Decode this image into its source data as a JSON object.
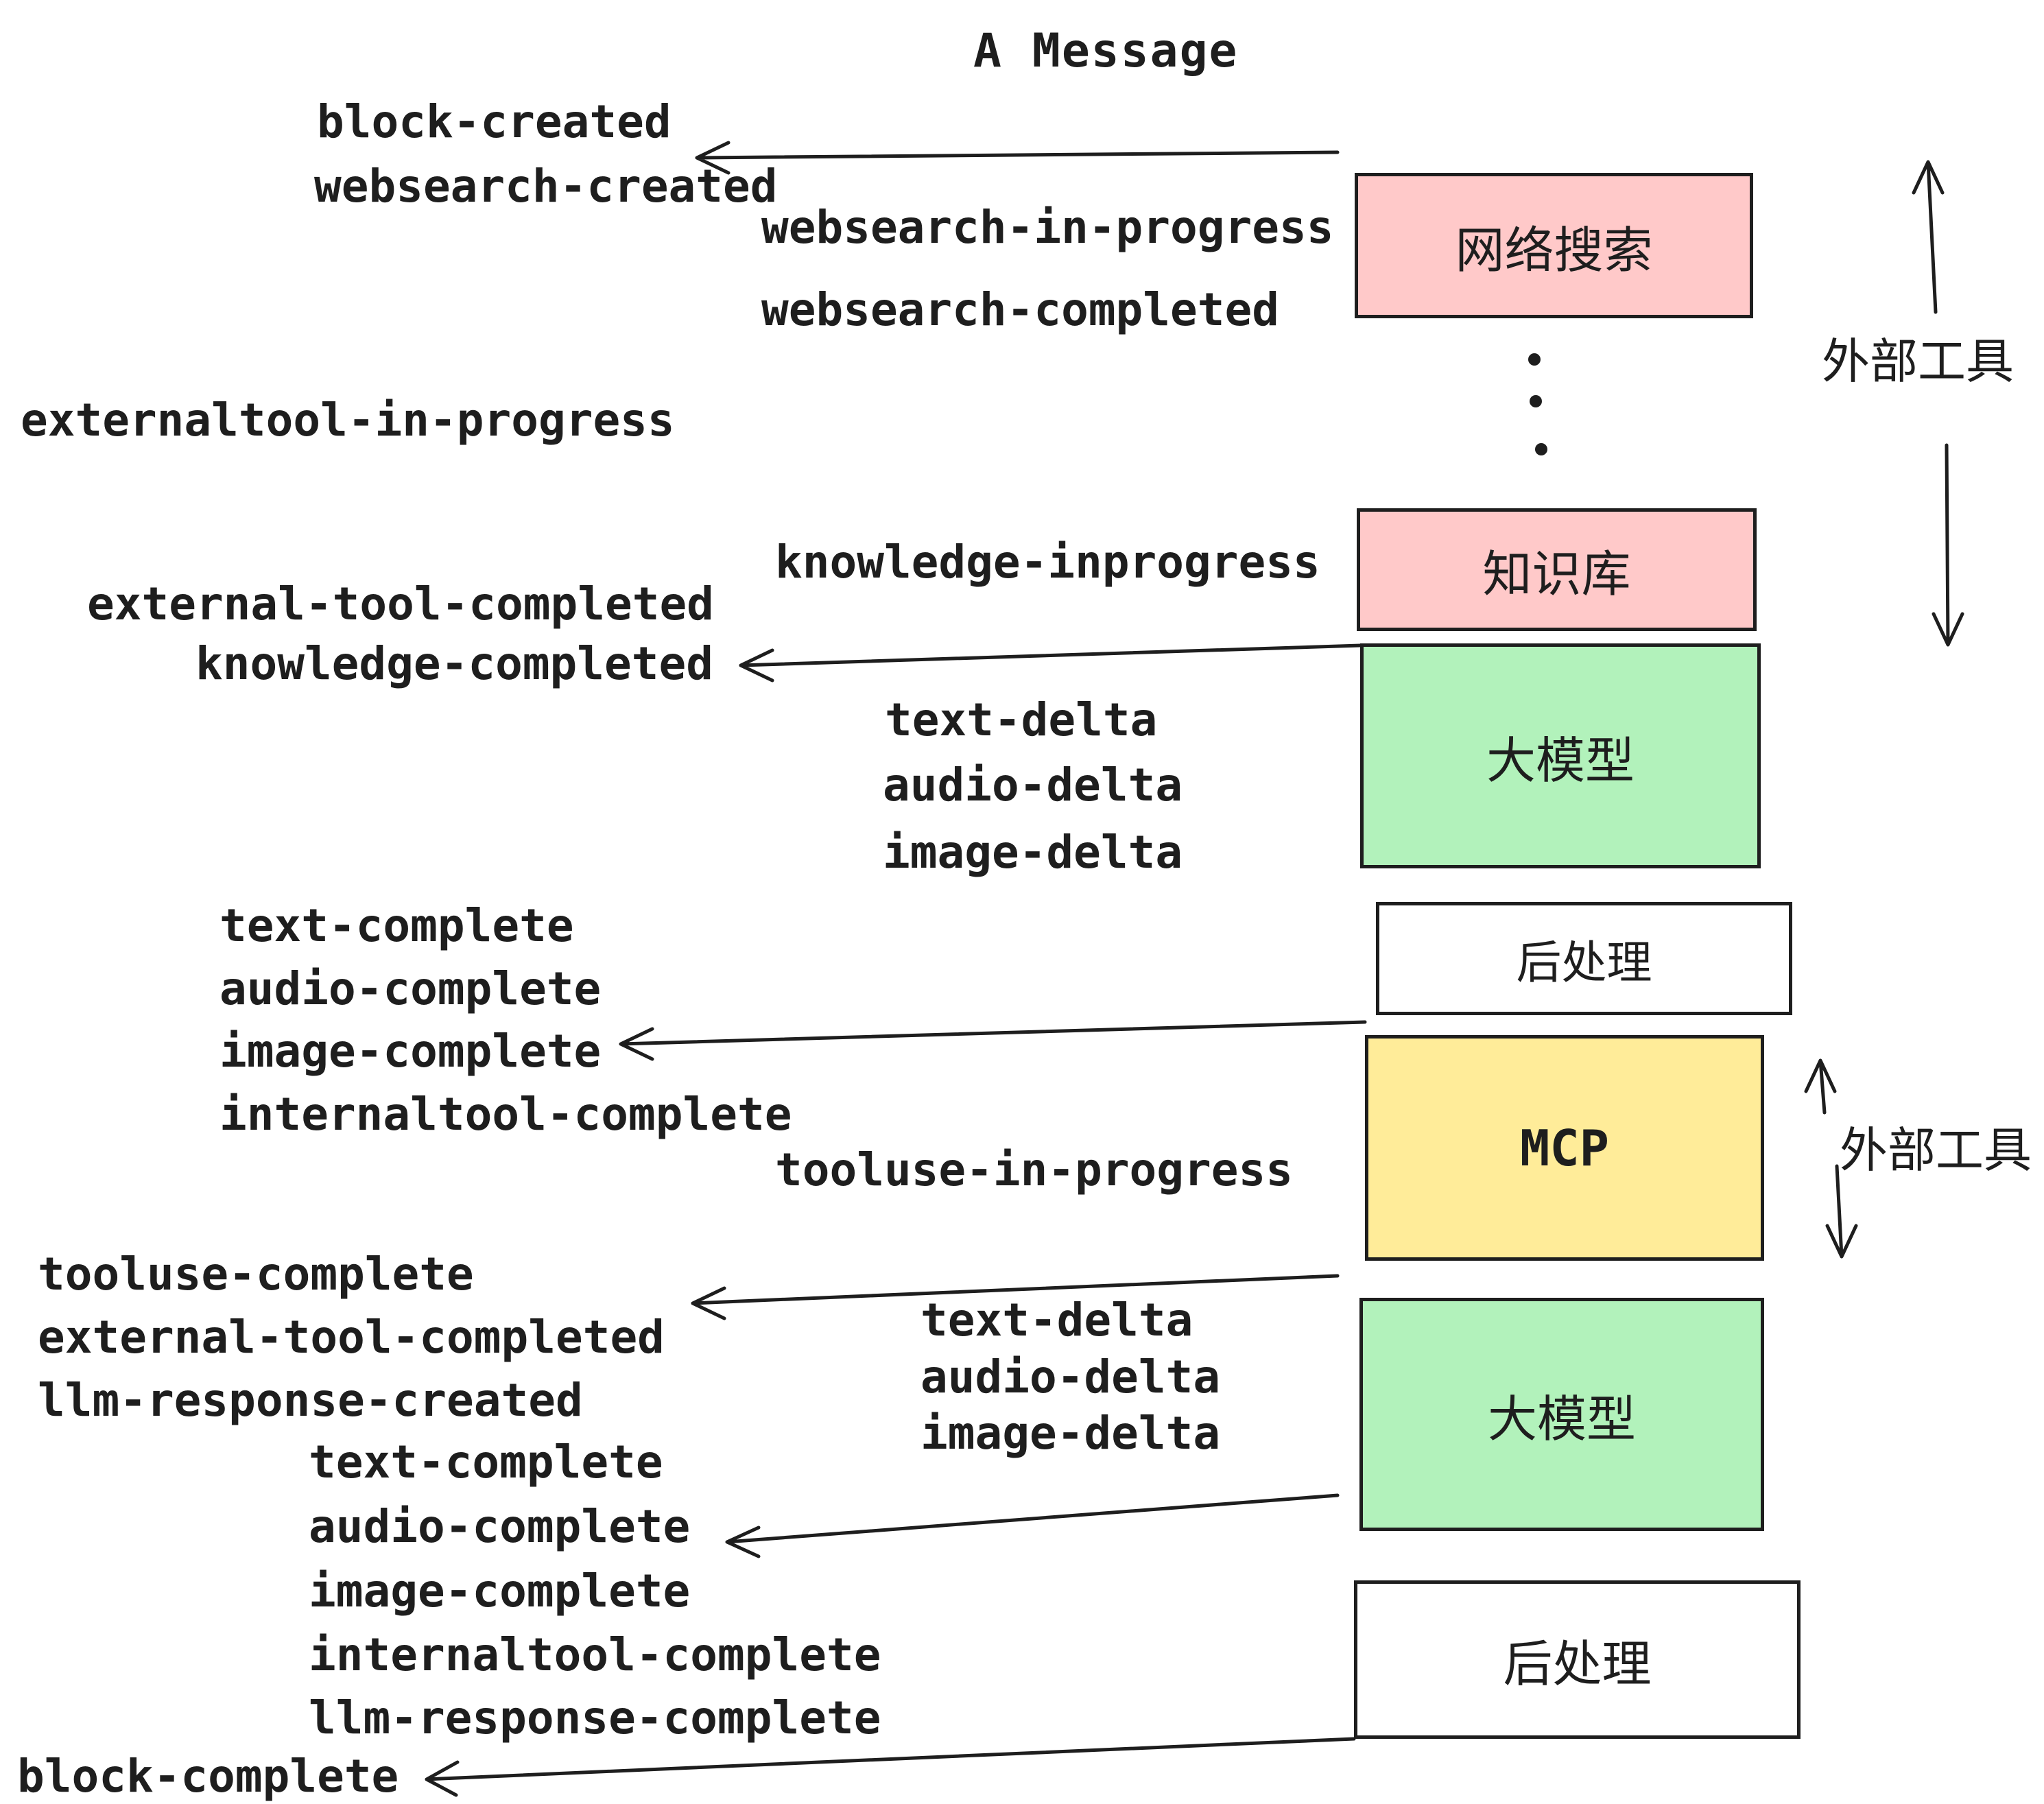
{
  "title": "A Message",
  "boxes": [
    {
      "id": "websearch",
      "label": "网络搜索",
      "color": "#ffc9c9"
    },
    {
      "id": "knowledge",
      "label": "知识库",
      "color": "#ffc9c9"
    },
    {
      "id": "llm-1",
      "label": "大模型",
      "color": "#b2f2bb"
    },
    {
      "id": "post-1",
      "label": "后处理",
      "color": "#ffffff"
    },
    {
      "id": "mcp",
      "label": "MCP",
      "color": "#ffec99"
    },
    {
      "id": "llm-2",
      "label": "大模型",
      "color": "#b2f2bb"
    },
    {
      "id": "post-2",
      "label": "后处理",
      "color": "#ffffff"
    }
  ],
  "side_labels": {
    "external_tools_top": "外部工具",
    "external_tools_mid": "外部工具"
  },
  "events": {
    "block_created": "block-created",
    "websearch_created": "websearch-created",
    "websearch_in_progress": "websearch-in-progress",
    "websearch_completed": "websearch-completed",
    "externaltool_in_progress": "externaltool-in-progress",
    "knowledge_inprogress": "knowledge-inprogress",
    "external_tool_completed": "external-tool-completed",
    "knowledge_completed": "knowledge-completed",
    "text_delta": "text-delta",
    "audio_delta": "audio-delta",
    "image_delta": "image-delta",
    "text_complete": "text-complete",
    "audio_complete": "audio-complete",
    "image_complete": "image-complete",
    "internaltool_complete": "internaltool-complete",
    "tooluse_in_progress": "tooluse-in-progress",
    "tooluse_complete": "tooluse-complete",
    "llm_response_created": "llm-response-created",
    "llm_response_complete": "llm-response-complete",
    "block_complete": "block-complete"
  },
  "colors": {
    "box_pink": "#ffc9c9",
    "box_green": "#b2f2bb",
    "box_yellow": "#ffec99",
    "box_white": "#ffffff",
    "ink": "#1e1e1e",
    "background": "#ffffff"
  }
}
